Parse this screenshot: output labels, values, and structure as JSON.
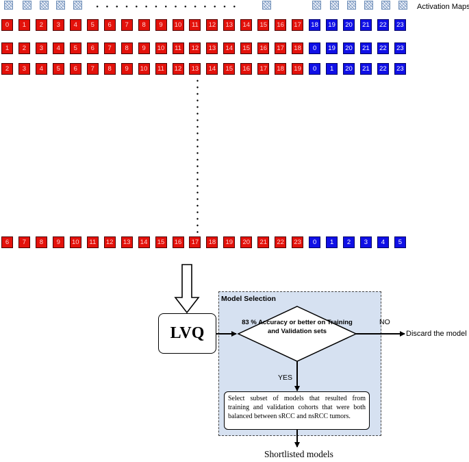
{
  "header": {
    "activation_label": "Activation Maps"
  },
  "rows": [
    {
      "cells": [
        "0",
        "1",
        "2",
        "3",
        "4",
        "5",
        "6",
        "7",
        "8",
        "9",
        "10",
        "11",
        "12",
        "13",
        "14",
        "15",
        "16",
        "17",
        "18",
        "19",
        "20",
        "21",
        "22",
        "23"
      ],
      "colors": [
        "red",
        "red",
        "red",
        "red",
        "red",
        "red",
        "red",
        "red",
        "red",
        "red",
        "red",
        "red",
        "red",
        "red",
        "red",
        "red",
        "red",
        "red",
        "blue",
        "blue",
        "blue",
        "blue",
        "blue",
        "blue"
      ]
    },
    {
      "cells": [
        "1",
        "2",
        "3",
        "4",
        "5",
        "6",
        "7",
        "8",
        "9",
        "10",
        "11",
        "12",
        "13",
        "14",
        "15",
        "16",
        "17",
        "18",
        "0",
        "19",
        "20",
        "21",
        "22",
        "23"
      ],
      "colors": [
        "red",
        "red",
        "red",
        "red",
        "red",
        "red",
        "red",
        "red",
        "red",
        "red",
        "red",
        "red",
        "red",
        "red",
        "red",
        "red",
        "red",
        "red",
        "blue",
        "blue",
        "blue",
        "blue",
        "blue",
        "blue"
      ]
    },
    {
      "cells": [
        "2",
        "3",
        "4",
        "5",
        "6",
        "7",
        "8",
        "9",
        "10",
        "11",
        "12",
        "13",
        "14",
        "15",
        "16",
        "17",
        "18",
        "19",
        "0",
        "1",
        "20",
        "21",
        "22",
        "23"
      ],
      "colors": [
        "red",
        "red",
        "red",
        "red",
        "red",
        "red",
        "red",
        "red",
        "red",
        "red",
        "red",
        "red",
        "red",
        "red",
        "red",
        "red",
        "red",
        "red",
        "blue",
        "blue",
        "blue",
        "blue",
        "blue",
        "blue"
      ]
    },
    {
      "cells": [
        "6",
        "7",
        "8",
        "9",
        "10",
        "11",
        "12",
        "13",
        "14",
        "15",
        "16",
        "17",
        "18",
        "19",
        "20",
        "21",
        "22",
        "23",
        "0",
        "1",
        "2",
        "3",
        "4",
        "5"
      ],
      "colors": [
        "red",
        "red",
        "red",
        "red",
        "red",
        "red",
        "red",
        "red",
        "red",
        "red",
        "red",
        "red",
        "red",
        "red",
        "red",
        "red",
        "red",
        "red",
        "blue",
        "blue",
        "blue",
        "blue",
        "blue",
        "blue"
      ]
    }
  ],
  "colors": {
    "red_cell": "#e3120b",
    "blue_cell": "#1010e6",
    "panel_bg": "#d6e1f1"
  },
  "flow": {
    "lvq": "LVQ",
    "panel_title": "Model Selection",
    "decision": "83 % Accuracy or better on Training and Validation sets",
    "no_label": "NO",
    "yes_label": "YES",
    "discard": "Discard the model",
    "select_text": "Select subset of models that resulted from training and validation cohorts that were both balanced between sRCC and nsRCC tumors.",
    "result": "Shortlisted models"
  }
}
